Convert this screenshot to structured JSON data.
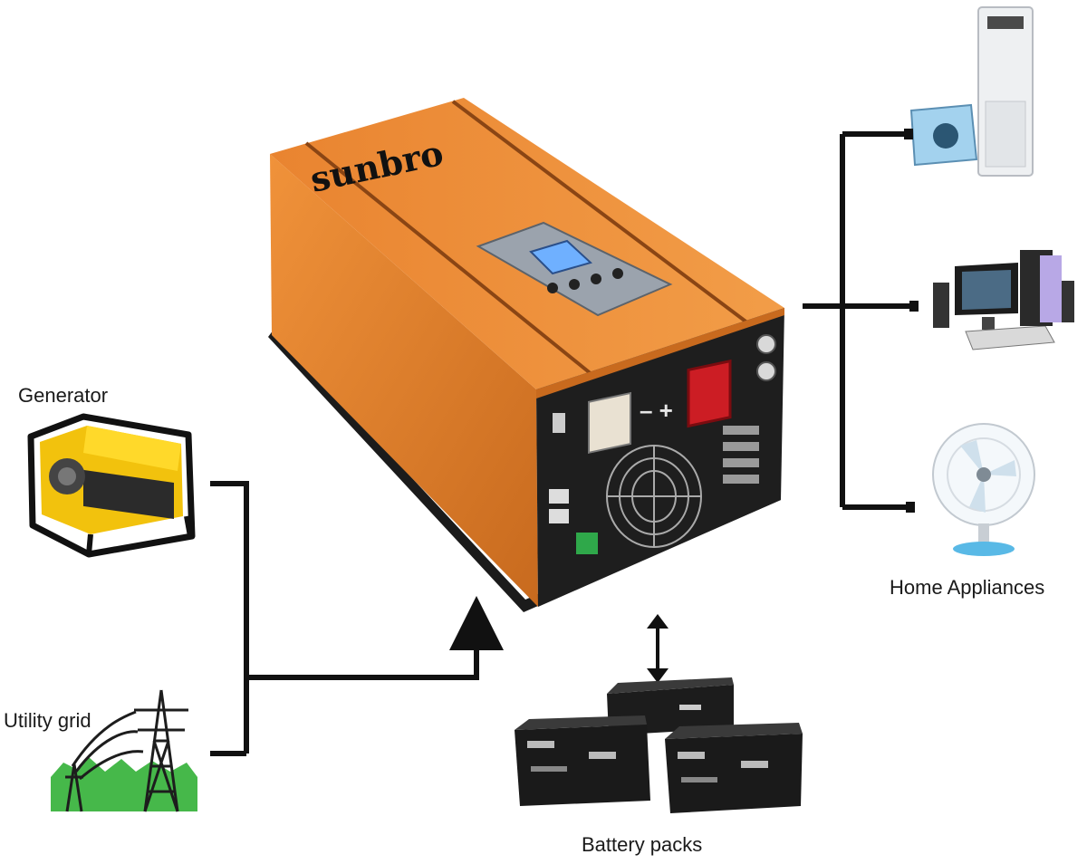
{
  "labels": {
    "generator": "Generator",
    "utility_grid": "Utility grid",
    "home_appliances": "Home Appliances",
    "battery_packs": "Battery packs"
  },
  "inverter": {
    "brand": "sunbro",
    "body_color": "#e07f2c",
    "display_color": "#6fb0ff"
  },
  "icons": {
    "generator": "generator-icon",
    "utility_grid": "power-tower-icon",
    "air_conditioner": "air-conditioner-icon",
    "computer": "desktop-computer-icon",
    "fan": "fan-icon",
    "battery": "battery-icon",
    "inverter": "inverter-icon"
  }
}
